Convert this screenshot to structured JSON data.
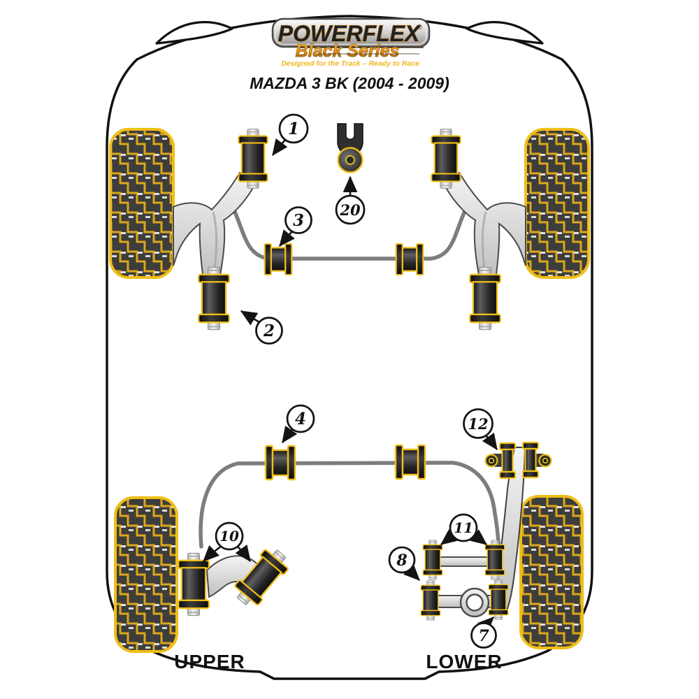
{
  "brand": {
    "name": "POWERFLEX",
    "registered": "®",
    "series": "Black Series",
    "tagline": "Designed for the Track – Ready to Race"
  },
  "vehicle": {
    "title": "MAZDA 3 BK (2004 - 2009)"
  },
  "sections": {
    "upper": "UPPER",
    "lower": "LOWER"
  },
  "callouts": {
    "c1": "1",
    "c2": "2",
    "c3": "3",
    "c4": "4",
    "c7": "7",
    "c8": "8",
    "c10": "10",
    "c11": "11",
    "c12": "12",
    "c20": "20"
  },
  "colors": {
    "accent_yellow": "#EFBE17",
    "tread_dark": "#3D3D3B",
    "part_dark": "#1E1E1E",
    "arm_gray": "#D9D9D9",
    "logo_navy": "#17242E",
    "logo_orange": "#E07C00",
    "gold_text": "#EFB71F",
    "outline_black": "#111111"
  }
}
